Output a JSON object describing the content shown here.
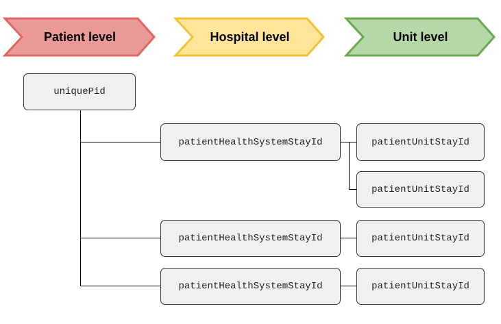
{
  "levels": [
    {
      "label": "Patient level",
      "fill": "#ea9999",
      "stroke": "#e06666"
    },
    {
      "label": "Hospital level",
      "fill": "#ffe599",
      "stroke": "#f1c232"
    },
    {
      "label": "Unit level",
      "fill": "#b6d7a8",
      "stroke": "#6aa84f"
    }
  ],
  "nodes": {
    "root": "uniquePid",
    "stays": [
      {
        "label": "patientHealthSystemStayId",
        "units": [
          "patientUnitStayId",
          "patientUnitStayId"
        ]
      },
      {
        "label": "patientHealthSystemStayId",
        "units": [
          "patientUnitStayId"
        ]
      },
      {
        "label": "patientHealthSystemStayId",
        "units": [
          "patientUnitStayId"
        ]
      }
    ]
  },
  "colors": {
    "node_fill": "#f0f0f0",
    "node_border": "#333333",
    "connector": "#000000"
  }
}
